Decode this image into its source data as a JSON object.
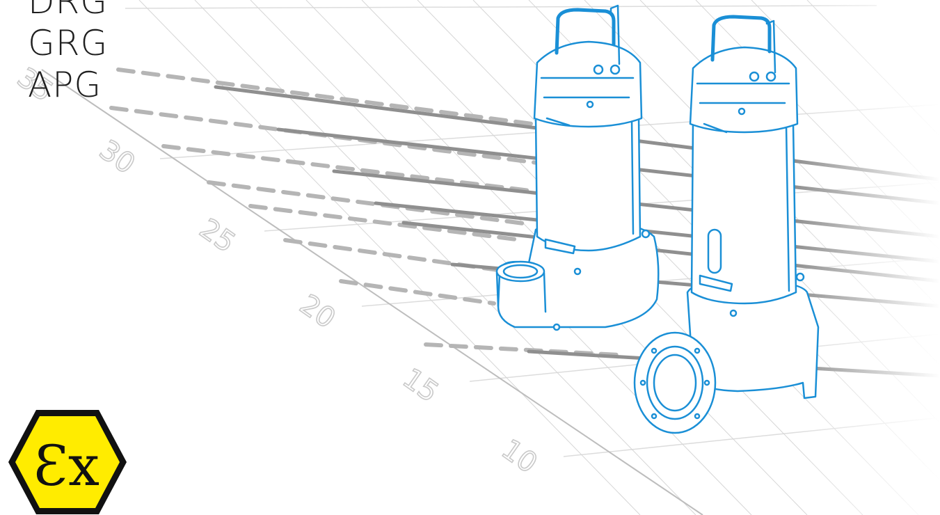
{
  "models": [
    "DRG",
    "GRG",
    "APG"
  ],
  "axis_ticks": [
    "10",
    "15",
    "20",
    "25",
    "30",
    "35"
  ],
  "badge": {
    "text": "Ɛx",
    "icon": "atex-ex-hexagon-icon"
  },
  "colors": {
    "pump_outline": "#1a8fd6",
    "curve_solid": "#8a8a8a",
    "curve_dashed": "#9a9a9a",
    "grid": "#d9d9d9",
    "badge_fill": "#ffec00",
    "badge_border": "#111111"
  }
}
